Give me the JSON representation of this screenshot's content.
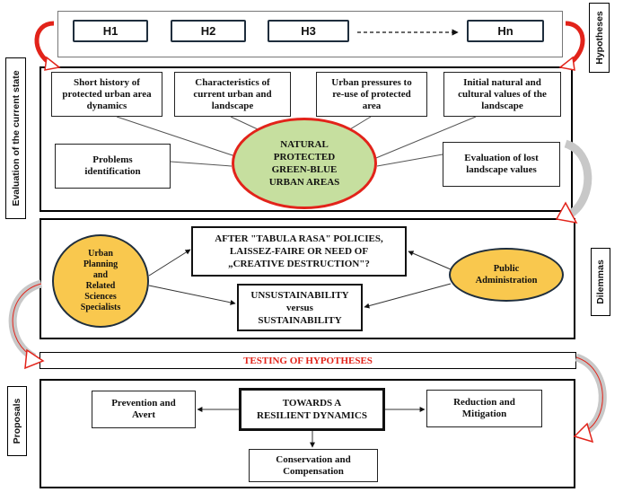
{
  "hypotheses": {
    "side_label": "Hypotheses",
    "items": [
      "H1",
      "H2",
      "H3",
      "Hn"
    ]
  },
  "evaluation": {
    "side_label": "Evaluation of the current state",
    "top_boxes": [
      "Short history of\nprotected urban area\ndynamics",
      "Characteristics of\ncurrent urban and\nlandscape",
      "Urban pressures to\nre-use of protected\narea",
      "Initial natural and\ncultural values of the\nlandscape"
    ],
    "left_box": "Problems\nidentification",
    "right_box": "Evaluation of lost\nlandscape values",
    "center": "NATURAL\nPROTECTED\nGREEN-BLUE\nURBAN AREAS"
  },
  "dilemmas": {
    "side_label": "Dilemmas",
    "left_actor": "Urban\nPlanning\nand\nRelated\nSciences\nSpecialists",
    "right_actor": "Public\nAdministration",
    "dilemma_1": "AFTER \"TABULA RASA\" POLICIES,\nLAISSEZ-FAIRE OR NEED OF\n„CREATIVE DESTRUCTION\"?",
    "dilemma_2": "UNSUSTAINABILITY\nversus\nSUSTAINABILITY"
  },
  "testing": {
    "label": "TESTING OF HYPOTHESES"
  },
  "proposals": {
    "side_label": "Proposals",
    "center": "TOWARDS A\nRESILIENT DYNAMICS",
    "left": "Prevention and\nAvert",
    "right": "Reduction and\nMitigation",
    "bottom": "Conservation and\nCompensation"
  },
  "colors": {
    "green_fill": "#c6df9f",
    "red_outline": "#e2231a",
    "yellow_fill": "#f9c84e",
    "arrow_red": "#e2231a",
    "arrow_gray": "#c8c8c8",
    "testing_text": "#e2231a"
  }
}
